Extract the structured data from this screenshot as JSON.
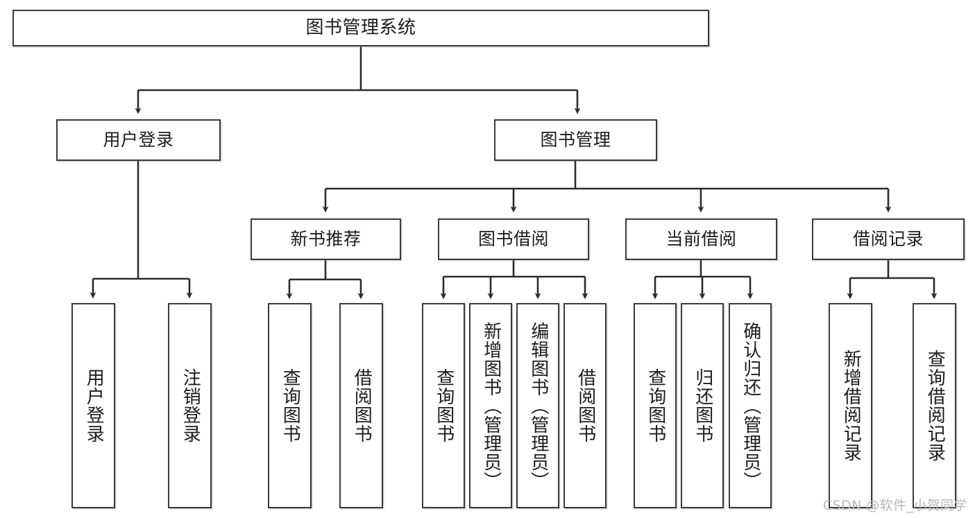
{
  "diagram": {
    "type": "tree-hierarchy",
    "title": "图书管理系统",
    "watermark": "CSDN @软件_小贺同学",
    "colors": {
      "box_border": "#3a3a3a",
      "connector": "#2b2b2b",
      "background": "#ffffff",
      "text": "#1c1c1c",
      "watermark": "#b9b9b9"
    },
    "levels": {
      "root": {
        "label": "图书管理系统"
      },
      "level2": [
        {
          "label": "用户登录"
        },
        {
          "label": "图书管理"
        }
      ],
      "level3": [
        {
          "label": "新书推荐"
        },
        {
          "label": "图书借阅"
        },
        {
          "label": "当前借阅"
        },
        {
          "label": "借阅记录"
        }
      ],
      "leaves": {
        "user_login": [
          {
            "label": "用户登录"
          },
          {
            "label": "注销登录"
          }
        ],
        "new_book": [
          {
            "label": "查询图书"
          },
          {
            "label": "借阅图书"
          }
        ],
        "book_borrow": [
          {
            "label": "查询图书"
          },
          {
            "label": "新增图书（管理员）"
          },
          {
            "label": "编辑图书（管理员）"
          },
          {
            "label": "借阅图书"
          }
        ],
        "current_borrow": [
          {
            "label": "查询图书"
          },
          {
            "label": "归还图书"
          },
          {
            "label": "确认归还（管理员）"
          }
        ],
        "borrow_record": [
          {
            "label": "新增借阅记录"
          },
          {
            "label": "查询借阅记录"
          }
        ]
      }
    }
  }
}
